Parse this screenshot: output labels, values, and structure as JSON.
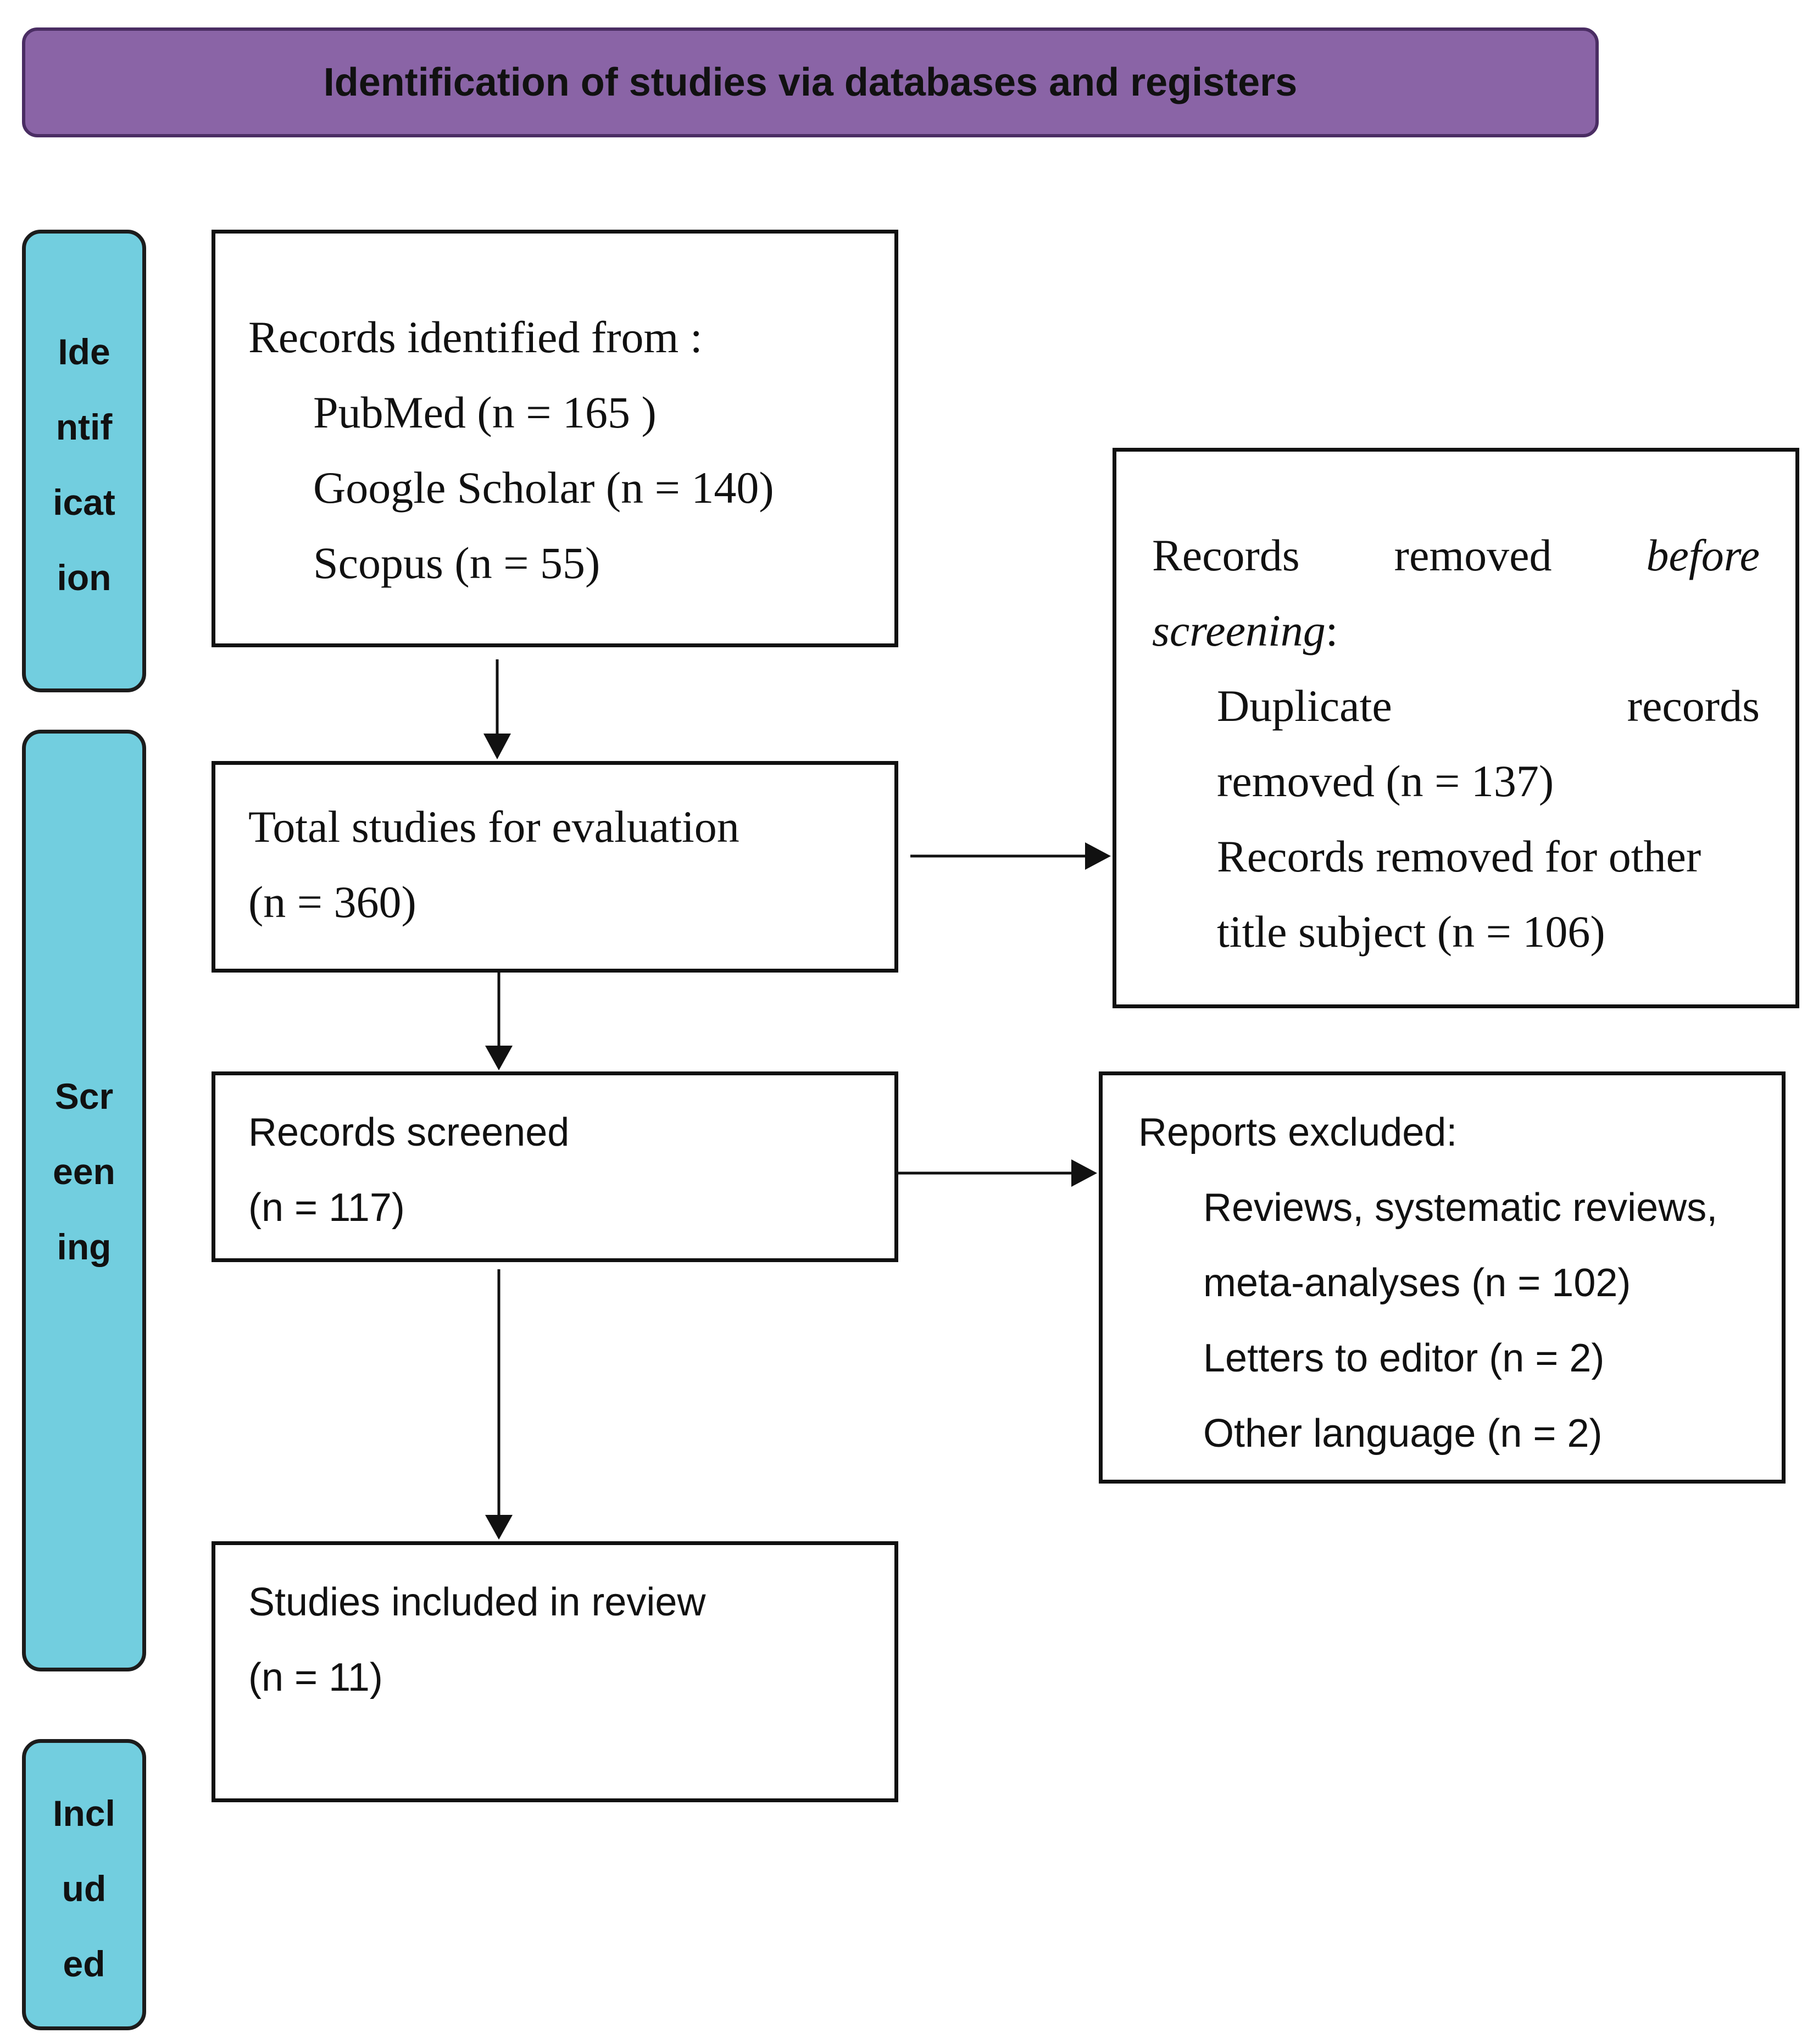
{
  "header": {
    "title": "Identification of studies via databases and registers"
  },
  "phases": {
    "identification": [
      "Ide",
      "ntif",
      "icat",
      "ion"
    ],
    "screening": [
      "Scr",
      "een",
      "ing"
    ],
    "included": [
      "Incl",
      "ud",
      "ed"
    ]
  },
  "boxes": {
    "records_identified": {
      "heading": "Records identified from :",
      "items": [
        "PubMed (n = 165 )",
        "Google Scholar (n = 140)",
        "Scopus (n = 55)"
      ]
    },
    "total_studies": {
      "line1": "Total studies for evaluation",
      "line2": "(n = 360)"
    },
    "records_removed": {
      "word1": "Records",
      "word2": "removed",
      "word3": "before",
      "word4": "screening",
      "colon": ":",
      "dup_word1": "Duplicate",
      "dup_word2": "records",
      "dup_line2": "removed (n = 137)",
      "other_line1": "Records removed for other",
      "other_line2": "title subject (n = 106)"
    },
    "records_screened": {
      "line1": "Records screened",
      "line2": "(n = 117)"
    },
    "reports_excluded": {
      "heading": "Reports excluded:",
      "items": [
        "Reviews, systematic reviews,",
        "meta-analyses (n = 102)",
        "Letters to editor (n = 2)",
        "Other language (n = 2)"
      ]
    },
    "studies_included": {
      "line1": "Studies included in review",
      "line2": "(n = 11)"
    }
  },
  "colors": {
    "header_bg": "#8a64a6",
    "phase_bg": "#72cedf",
    "stroke": "#111111"
  }
}
